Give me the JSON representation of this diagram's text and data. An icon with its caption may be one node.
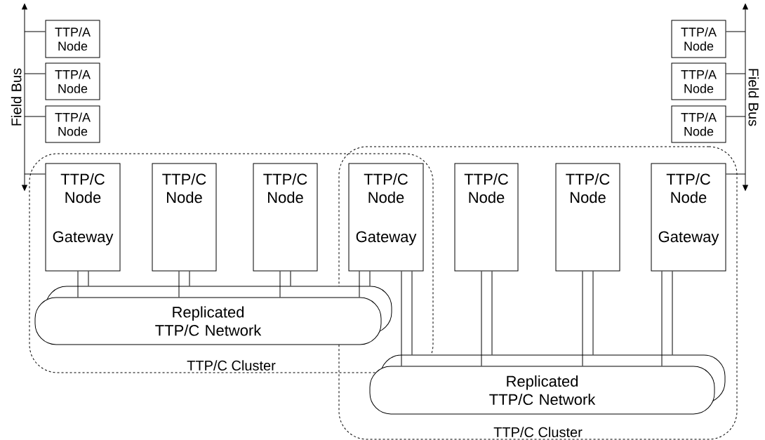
{
  "diagram": {
    "nodes": [
      {
        "text": [
          "Field Bus"
        ]
      },
      {
        "text": [
          "TTP/A Node"
        ]
      },
      {
        "text": [
          "TTP/A Node"
        ]
      },
      {
        "text": [
          "TTP/A Node"
        ]
      },
      {
        "text": [
          "TTP/A Node"
        ]
      },
      {
        "text": [
          "TTP/A Node"
        ]
      },
      {
        "text": [
          "TTP/A Node"
        ]
      },
      {
        "text": [
          "Field Bus"
        ]
      },
      {
        "text": [
          "TTP/C Cluster"
        ]
      },
      {
        "text": [
          "TTP/C Cluster"
        ]
      },
      {
        "text": [
          "TTP/C Node",
          "Gateway"
        ],
        "in": 8
      },
      {
        "text": [
          "TTP/C Node"
        ],
        "in": 8
      },
      {
        "text": [
          "TTP/C Node"
        ],
        "in": 8
      },
      {
        "text": [
          "TTP/C Node",
          "Gateway"
        ]
      },
      {
        "text": [
          "TTP/C Node"
        ],
        "in": 9
      },
      {
        "text": [
          "TTP/C Node"
        ],
        "in": 9
      },
      {
        "text": [
          "TTP/C Node",
          "Gateway"
        ],
        "in": 9
      },
      {
        "text": [
          "Replicated TTP/C Network"
        ],
        "in": 8
      },
      {
        "text": [
          "Replicated TTP/C Network"
        ],
        "in": 9
      }
    ],
    "edges": [
      {
        "from": 1,
        "to": 0,
        "arrow": "none"
      },
      {
        "from": 2,
        "to": 0,
        "arrow": "none"
      },
      {
        "from": 3,
        "to": 0,
        "arrow": "none"
      },
      {
        "from": 4,
        "to": 7,
        "arrow": "none"
      },
      {
        "from": 5,
        "to": 7,
        "arrow": "none"
      },
      {
        "from": 6,
        "to": 7,
        "arrow": "none"
      },
      {
        "from": 10,
        "to": 0,
        "arrow": "none"
      },
      {
        "from": 16,
        "to": 7,
        "arrow": "none"
      },
      {
        "from": 10,
        "to": 17,
        "arrow": "none"
      },
      {
        "from": 10,
        "to": 17,
        "arrow": "none"
      },
      {
        "from": 11,
        "to": 17,
        "arrow": "none"
      },
      {
        "from": 11,
        "to": 17,
        "arrow": "none"
      },
      {
        "from": 12,
        "to": 17,
        "arrow": "none"
      },
      {
        "from": 12,
        "to": 17,
        "arrow": "none"
      },
      {
        "from": 13,
        "to": 17,
        "arrow": "none"
      },
      {
        "from": 13,
        "to": 17,
        "arrow": "none"
      },
      {
        "from": 13,
        "to": 18,
        "arrow": "none"
      },
      {
        "from": 13,
        "to": 18,
        "arrow": "none"
      },
      {
        "from": 14,
        "to": 18,
        "arrow": "none"
      },
      {
        "from": 14,
        "to": 18,
        "arrow": "none"
      },
      {
        "from": 15,
        "to": 18,
        "arrow": "none"
      },
      {
        "from": 15,
        "to": 18,
        "arrow": "none"
      },
      {
        "from": 16,
        "to": 18,
        "arrow": "none"
      },
      {
        "from": 16,
        "to": 18,
        "arrow": "none"
      }
    ]
  }
}
